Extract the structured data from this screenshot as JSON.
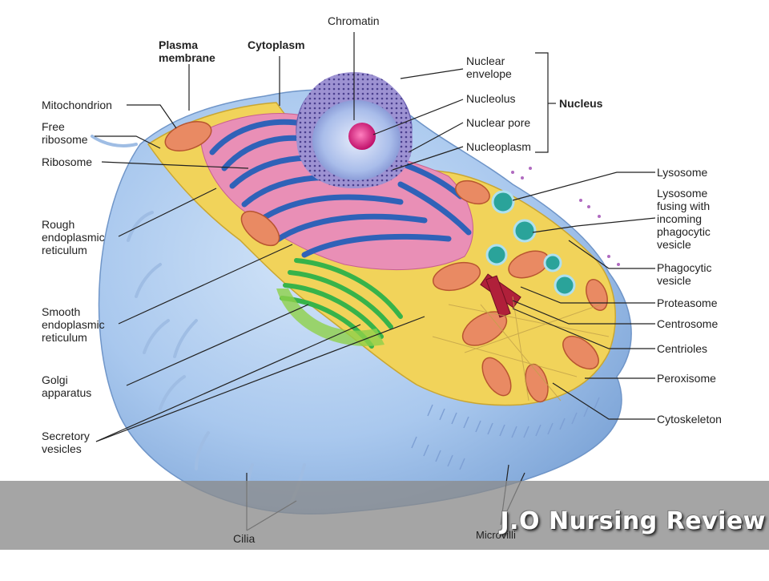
{
  "diagram": {
    "labels": {
      "chromatin": "Chromatin",
      "plasma_membrane": "Plasma\nmembrane",
      "cytoplasm": "Cytoplasm",
      "nuclear_envelope": "Nuclear\nenvelope",
      "nucleolus": "Nucleolus",
      "nuclear_pore": "Nuclear pore",
      "nucleoplasm": "Nucleoplasm",
      "nucleus": "Nucleus",
      "mitochondrion": "Mitochondrion",
      "free_ribosome": "Free\nribosome",
      "ribosome": "Ribosome",
      "rough_er": "Rough\nendoplasmic\nreticulum",
      "smooth_er": "Smooth\nendoplasmic\nreticulum",
      "golgi": "Golgi\napparatus",
      "secretory_vesicles": "Secretory\nvesicles",
      "cilia": "Cilia",
      "microvilli": "Microvilli",
      "lysosome": "Lysosome",
      "lysosome_fusing": "Lysosome\nfusing with\nincoming\nphagocytic\nvesicle",
      "phagocytic_vesicle": "Phagocytic\nvesicle",
      "proteasome": "Proteasome",
      "centrosome": "Centrosome",
      "centrioles": "Centrioles",
      "peroxisome": "Peroxisome",
      "cytoskeleton": "Cytoskeleton"
    },
    "colors": {
      "cell_body": "#a9c8ee",
      "cytoplasm": "#f1d35a",
      "rough_er": "#e98fb6",
      "er_tubes": "#2f62b8",
      "golgi": "#37b34a",
      "nucleus": "#b7c6ea",
      "nuclear_envelope": "#8f82c6",
      "nucleolus": "#d6207a",
      "mitochondrion": "#e98a63",
      "lysosome": "#2aa39a"
    }
  },
  "watermark": {
    "text": "J.O Nursing Review"
  }
}
